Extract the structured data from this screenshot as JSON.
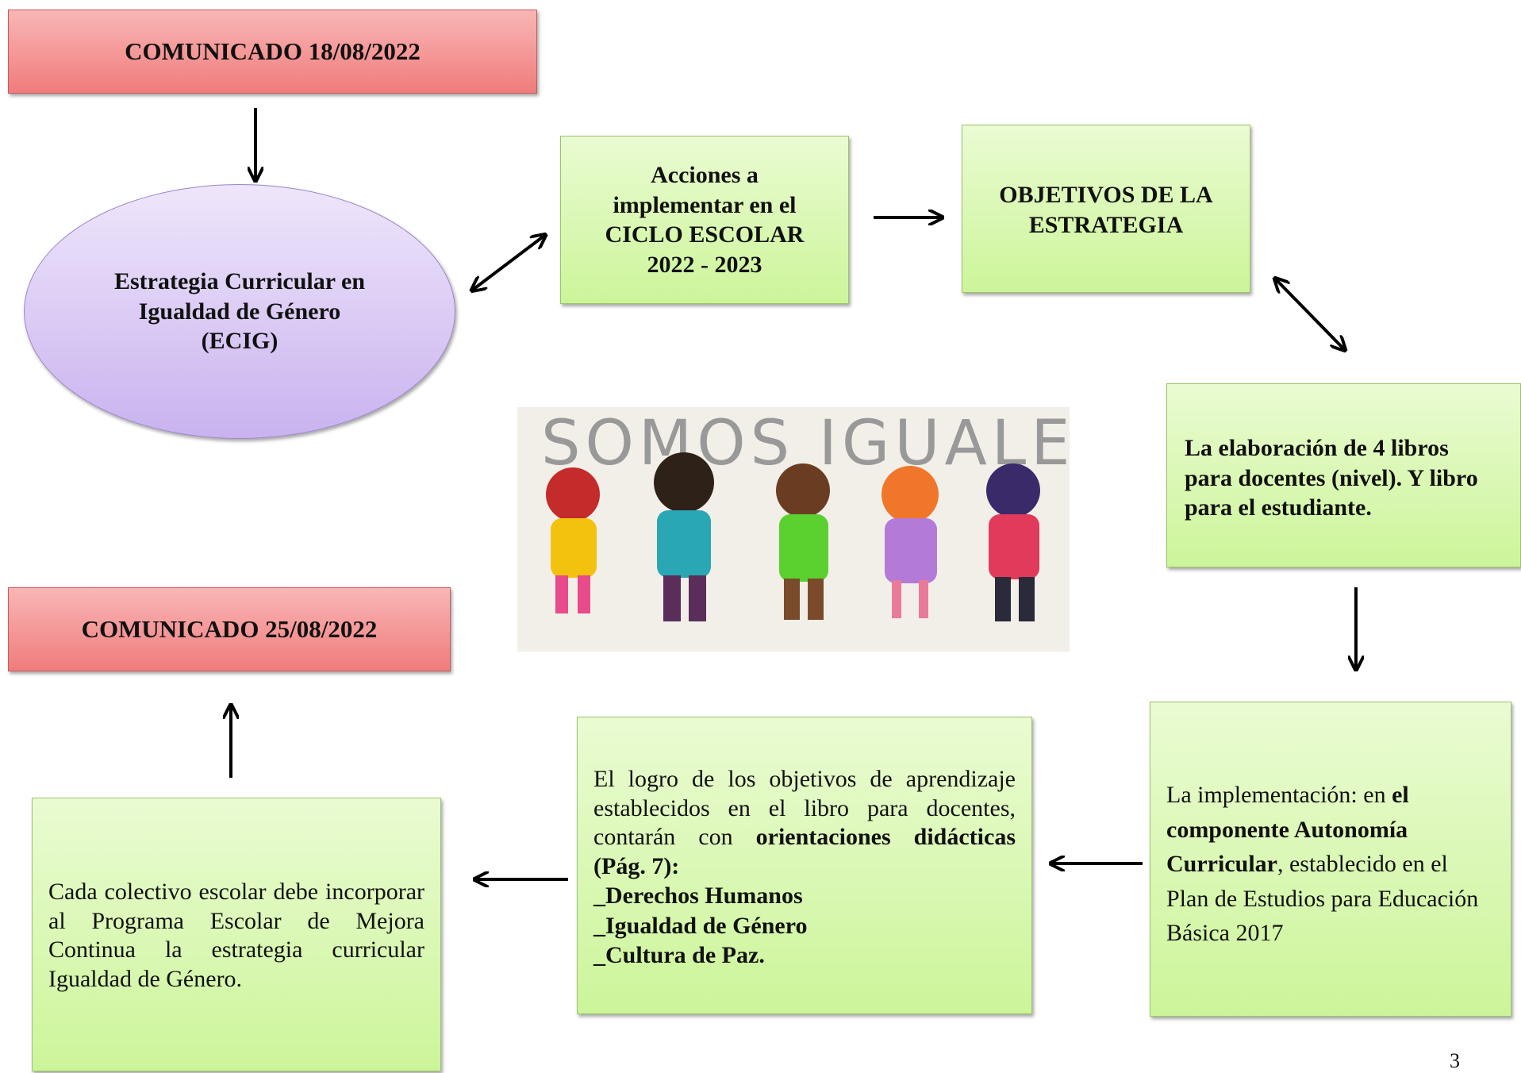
{
  "comunicado_top": "COMUNICADO 18/08/2022",
  "comunicado_bottom": "COMUNICADO 25/08/2022",
  "ecig": {
    "line1": "Estrategia Curricular en",
    "line2": "Igualdad de Género",
    "line3": "(ECIG)"
  },
  "acciones": {
    "line1": "Acciones a",
    "line2": "implementar en el",
    "line3": "CICLO ESCOLAR",
    "line4": "2022 - 2023"
  },
  "objetivos": {
    "line1": "OBJETIVOS DE LA",
    "line2": "ESTRATEGIA"
  },
  "libros": {
    "line1": "La elaboración de 4 libros",
    "line2": "para docentes (nivel). Y libro",
    "line3": "para el estudiante."
  },
  "implementacion": {
    "part1": "La implementación: en ",
    "part2": "el componente Autonomía Curricular",
    "part3": ", establecido en el Plan de Estudios para Educación Básica 2017"
  },
  "logro": {
    "part1": "El logro de los objetivos de aprendizaje establecidos en el libro para docentes, contarán con ",
    "part2": "orientaciones didácticas (Pág. 7):",
    "item1": "_Derechos Humanos",
    "item2": "_Igualdad de Género",
    "item3": "_Cultura de Paz."
  },
  "colectivo": "Cada colectivo escolar debe incorporar al Programa Escolar de Mejora Continua la estrategia curricular Igualdad de Género.",
  "illustration_text": "SOMOS IGUALES",
  "page_number": "3",
  "colors": {
    "red_box": "#f28a8a",
    "green_box": "#d6f7a9",
    "oval": "#d8c8f3"
  }
}
